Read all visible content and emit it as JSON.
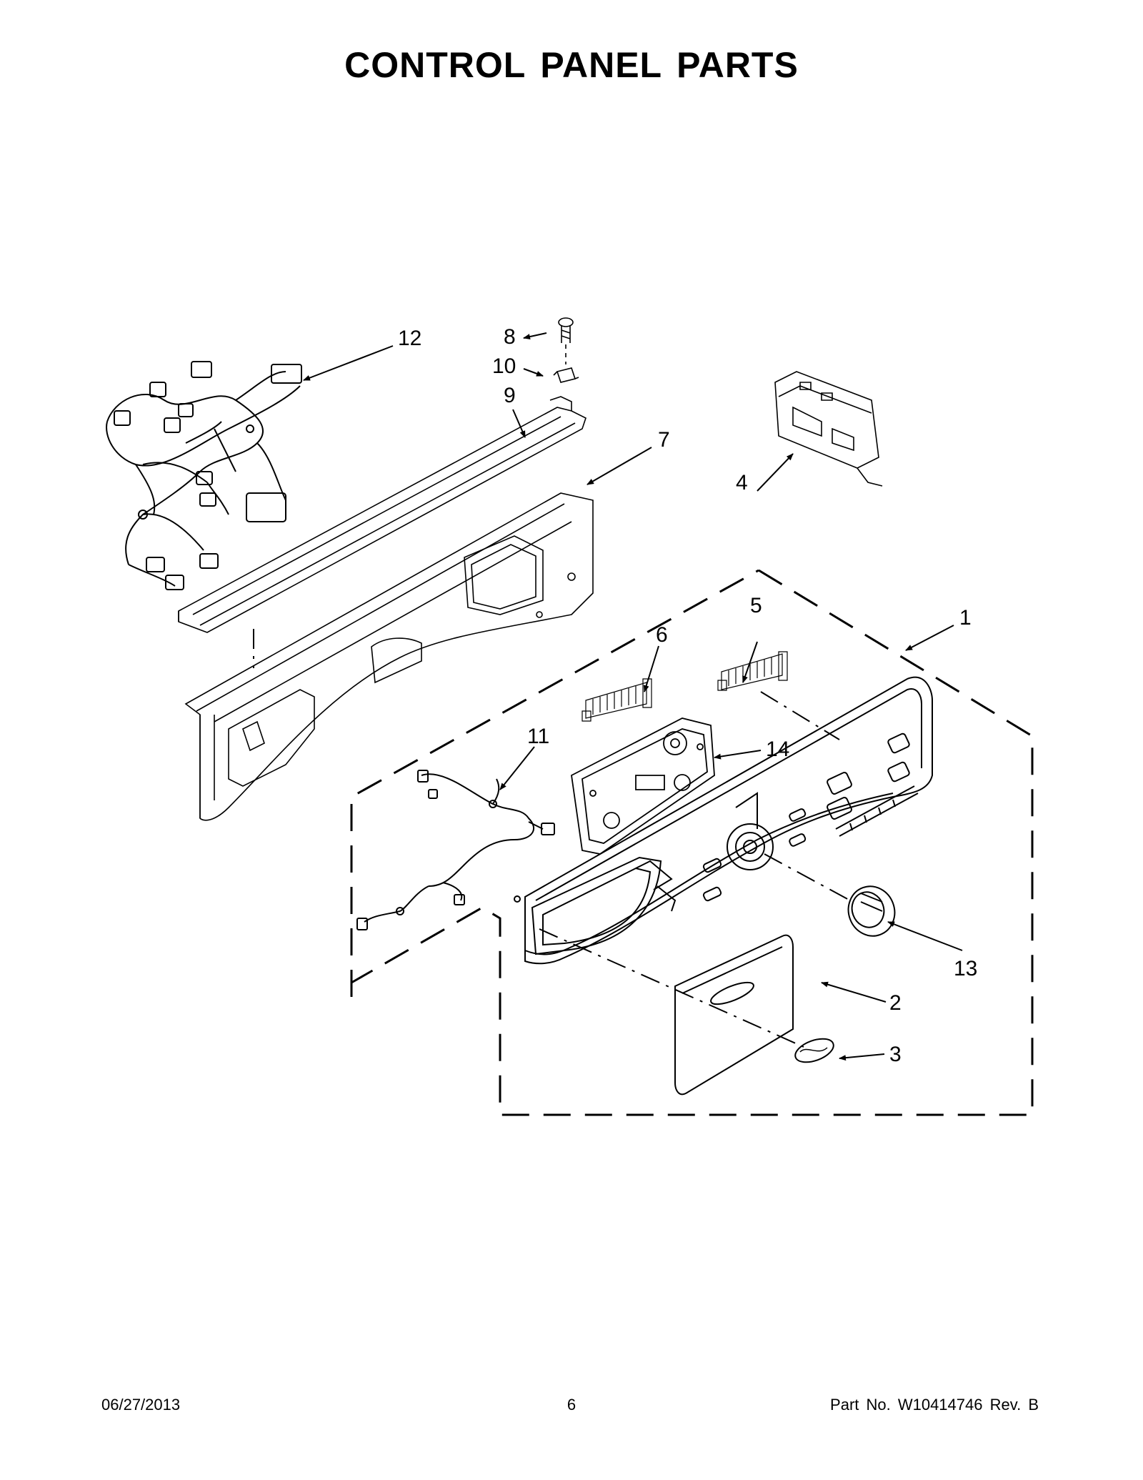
{
  "page": {
    "title": "CONTROL PANEL PARTS",
    "footer": {
      "date": "06/27/2013",
      "page_number": "6",
      "part_number": "Part No.  W10414746  Rev.  B"
    }
  },
  "callouts": [
    {
      "id": "c12",
      "label": "12"
    },
    {
      "id": "c8",
      "label": "8"
    },
    {
      "id": "c10",
      "label": "10"
    },
    {
      "id": "c9",
      "label": "9"
    },
    {
      "id": "c7",
      "label": "7"
    },
    {
      "id": "c4",
      "label": "4"
    },
    {
      "id": "c1",
      "label": "1"
    },
    {
      "id": "c5",
      "label": "5"
    },
    {
      "id": "c6",
      "label": "6"
    },
    {
      "id": "c11",
      "label": "11"
    },
    {
      "id": "c14",
      "label": "14"
    },
    {
      "id": "c13",
      "label": "13"
    },
    {
      "id": "c2",
      "label": "2"
    },
    {
      "id": "c3",
      "label": "3"
    }
  ]
}
